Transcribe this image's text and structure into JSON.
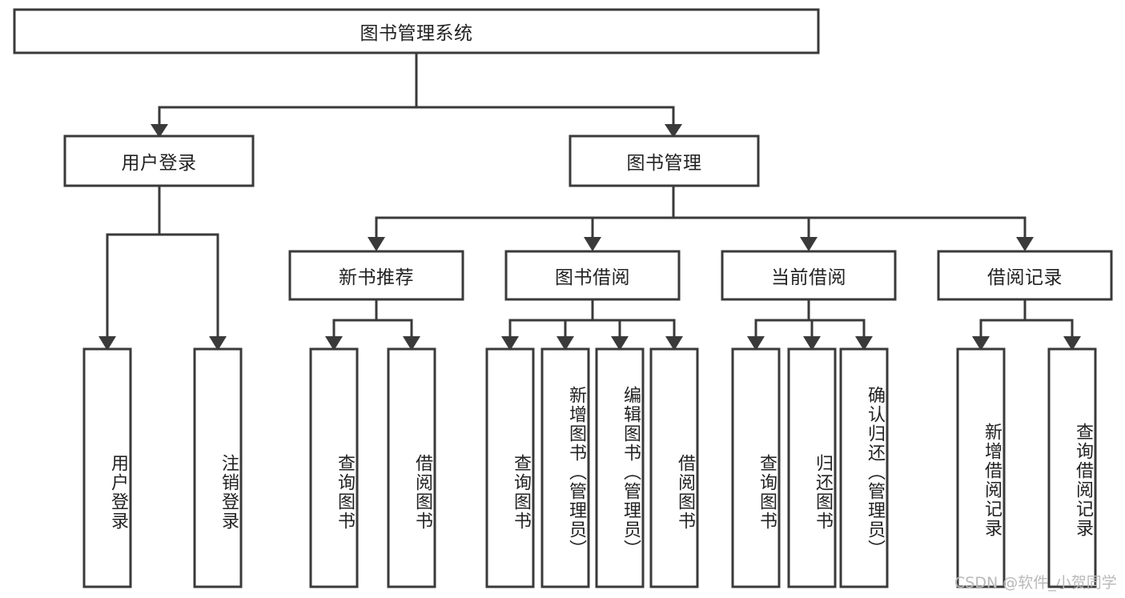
{
  "diagram": {
    "title_node": {
      "label": "图书管理系统"
    },
    "level2": [
      {
        "id": "user-login",
        "label": "用户登录"
      },
      {
        "id": "book-management",
        "label": "图书管理"
      }
    ],
    "level3": [
      {
        "id": "new-book-recommend",
        "label": "新书推荐"
      },
      {
        "id": "book-borrow",
        "label": "图书借阅"
      },
      {
        "id": "current-borrow",
        "label": "当前借阅"
      },
      {
        "id": "borrow-record",
        "label": "借阅记录"
      }
    ],
    "leaves": [
      {
        "id": "leaf-user-login",
        "label": "用户登录",
        "parent": "user-login"
      },
      {
        "id": "leaf-logout",
        "label": "注销登录",
        "parent": "user-login"
      },
      {
        "id": "leaf-query-book-1",
        "label": "查询图书",
        "parent": "new-book-recommend"
      },
      {
        "id": "leaf-borrow-book-1",
        "label": "借阅图书",
        "parent": "new-book-recommend"
      },
      {
        "id": "leaf-query-book-2",
        "label": "查询图书",
        "parent": "book-borrow"
      },
      {
        "id": "leaf-add-book",
        "label": "新增图书（管理员）",
        "parent": "book-borrow"
      },
      {
        "id": "leaf-edit-book",
        "label": "编辑图书（管理员）",
        "parent": "book-borrow"
      },
      {
        "id": "leaf-borrow-book-2",
        "label": "借阅图书",
        "parent": "book-borrow"
      },
      {
        "id": "leaf-query-book-3",
        "label": "查询图书",
        "parent": "current-borrow"
      },
      {
        "id": "leaf-return-book",
        "label": "归还图书",
        "parent": "current-borrow"
      },
      {
        "id": "leaf-confirm-return",
        "label": "确认归还（管理员）",
        "parent": "current-borrow"
      },
      {
        "id": "leaf-add-record",
        "label": "新增借阅记录",
        "parent": "borrow-record"
      },
      {
        "id": "leaf-query-record",
        "label": "查询借阅记录",
        "parent": "borrow-record"
      }
    ],
    "watermark": "CSDN @软件_小贺同学",
    "colors": {
      "stroke": "#3a3a3a",
      "fill": "#ffffff",
      "text": "#222222",
      "watermark": "#b9b9b9"
    }
  }
}
